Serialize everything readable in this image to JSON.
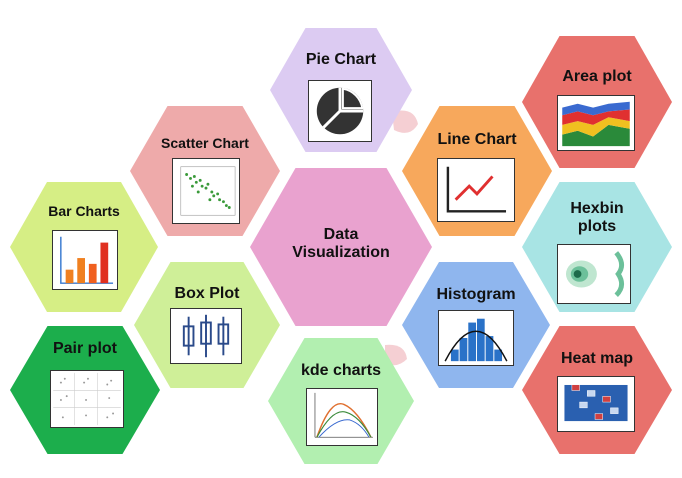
{
  "center": {
    "label_line1": "Data",
    "label_line2": "Visualization"
  },
  "cells": {
    "pie": {
      "label": "Pie Chart"
    },
    "scatter": {
      "label": "Scatter Chart"
    },
    "line": {
      "label": "Line Chart"
    },
    "area": {
      "label": "Area plot"
    },
    "bar": {
      "label": "Bar Charts"
    },
    "hexbin": {
      "label_line1": "Hexbin",
      "label_line2": "plots"
    },
    "box": {
      "label": "Box Plot"
    },
    "histogram": {
      "label": "Histogram"
    },
    "pair": {
      "label": "Pair plot"
    },
    "kde": {
      "label": "kde charts"
    },
    "heatmap": {
      "label": "Heat map"
    }
  },
  "colors": {
    "center": "#e9a2cf",
    "pie": "#dccbf2",
    "scatter": "#eeaaaa",
    "line": "#f7a85c",
    "area": "#e8716c",
    "bar": "#d6ee85",
    "hexbin": "#a8e4e4",
    "box": "#cfef98",
    "histogram": "#8fb6ee",
    "pair": "#1cae4c",
    "kde": "#b2efb0",
    "heatmap": "#e8716c"
  }
}
